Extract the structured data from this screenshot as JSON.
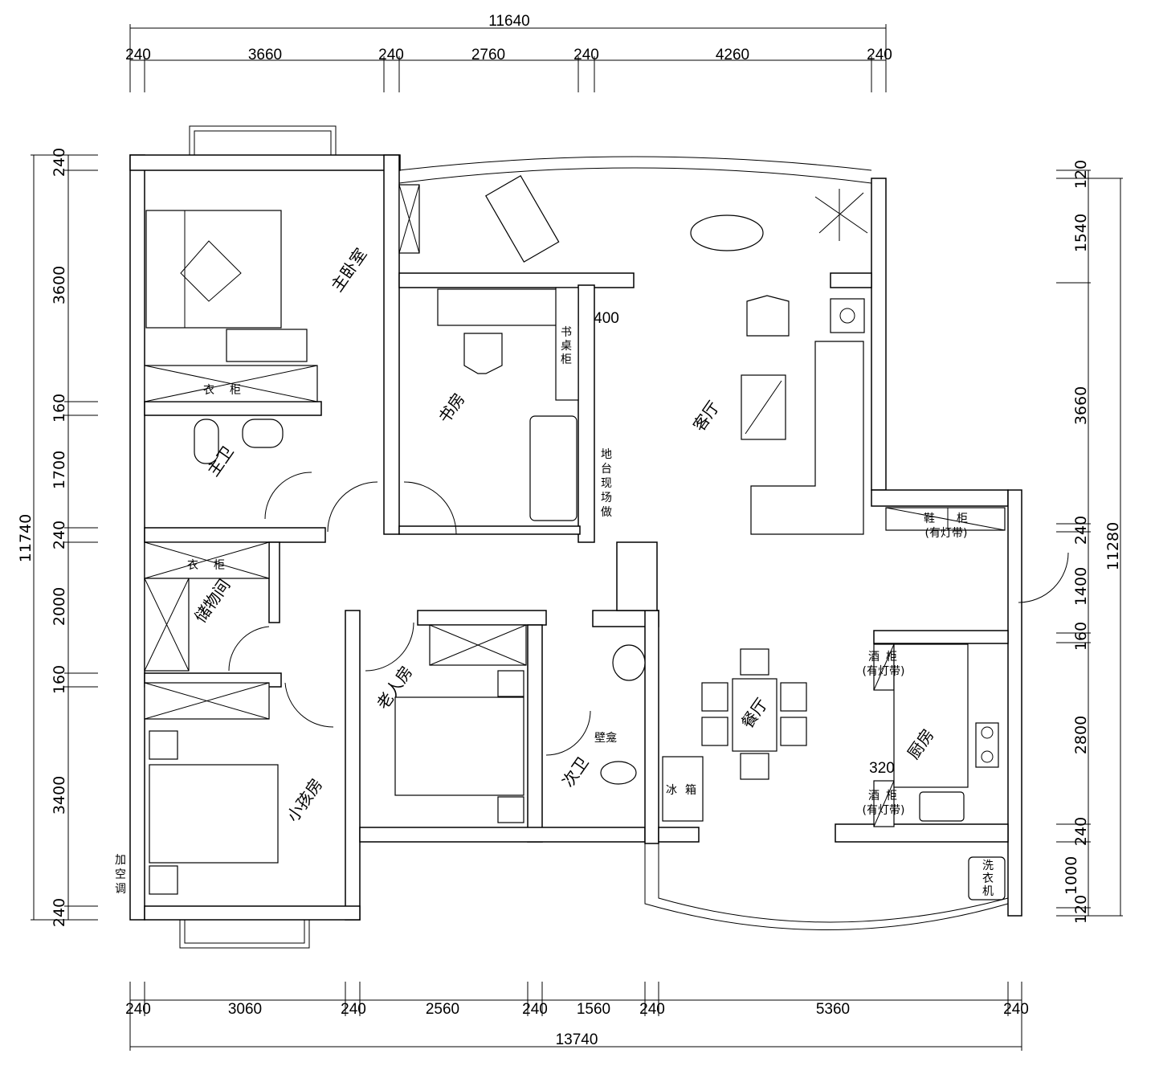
{
  "dimensions": {
    "top": {
      "total": "11640",
      "segments": [
        "240",
        "3660",
        "240",
        "2760",
        "240",
        "4260",
        "240"
      ]
    },
    "bottom": {
      "total": "13740",
      "segments": [
        "240",
        "3060",
        "240",
        "2560",
        "240",
        "1560",
        "240",
        "5360",
        "240"
      ]
    },
    "left": {
      "total": "11740",
      "segments": [
        "240",
        "3600",
        "160",
        "1700",
        "240",
        "2000",
        "160",
        "3400",
        "240"
      ]
    },
    "right": {
      "total": "11280",
      "segments": [
        "120",
        "1540",
        "3660",
        "240",
        "1400",
        "160",
        "2800",
        "240",
        "1000",
        "120"
      ]
    }
  },
  "rooms": {
    "master_bedroom": "主卧室",
    "master_bath": "主卫",
    "storage": "储物间",
    "kids_room": "小孩房",
    "elder_room": "老人房",
    "second_bath": "次卫",
    "study": "书房",
    "living": "客厅",
    "dining": "餐厅",
    "kitchen": "厨房"
  },
  "annotations": {
    "wardrobe_1": [
      "衣",
      "柜"
    ],
    "wardrobe_2": [
      "衣",
      "柜"
    ],
    "aircon": [
      "加",
      "空",
      "调"
    ],
    "niche": "壁龛",
    "desk_cabinet": [
      "书",
      "桌",
      "柜"
    ],
    "width_400": "400",
    "platform": [
      "地",
      "台",
      "现",
      "场",
      "做"
    ],
    "shoe_cabinet": [
      "鞋",
      "柜"
    ],
    "light_strip": "(有灯带)",
    "fridge": [
      "冰",
      "箱"
    ],
    "wine_cabinet_1": {
      "label": [
        "酒",
        "柜"
      ],
      "note": "(有灯带)"
    },
    "wine_cabinet_2": {
      "label": [
        "酒",
        "柜"
      ],
      "note": "(有灯带)"
    },
    "width_320": "320",
    "washer": [
      "洗",
      "衣",
      "机"
    ]
  }
}
